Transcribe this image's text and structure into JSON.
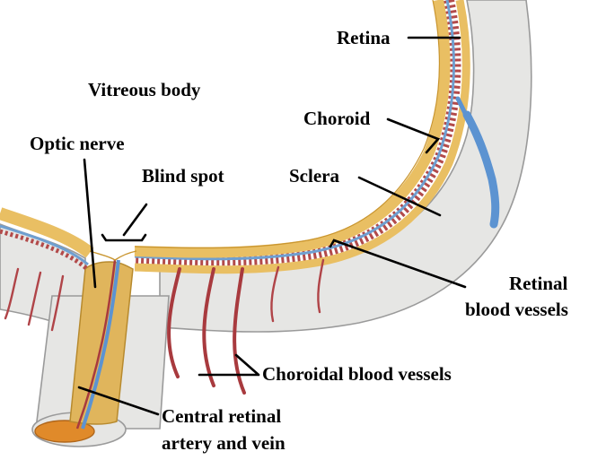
{
  "labels": {
    "retina": "Retina",
    "vitreous_body": "Vitreous body",
    "choroid": "Choroid",
    "optic_nerve": "Optic nerve",
    "blind_spot": "Blind spot",
    "sclera": "Sclera",
    "retinal_vessels_line1": "Retinal",
    "retinal_vessels_line2": "blood vessels",
    "choroidal_vessels": "Choroidal blood vessels",
    "central_line1": "Central retinal",
    "central_line2": "artery and vein"
  },
  "colors": {
    "sclera": "#e6e6e4",
    "sclera_edge": "#9a9a9a",
    "retina": "#e9bf63",
    "retina_edge": "#c9952f",
    "choroid_blue": "#6f9fd0",
    "choroid_red": "#b24a4a",
    "vessel_red": "#a83a3e",
    "vessel_blue": "#5c93d1",
    "nerve_yellow": "#e0b55c"
  }
}
